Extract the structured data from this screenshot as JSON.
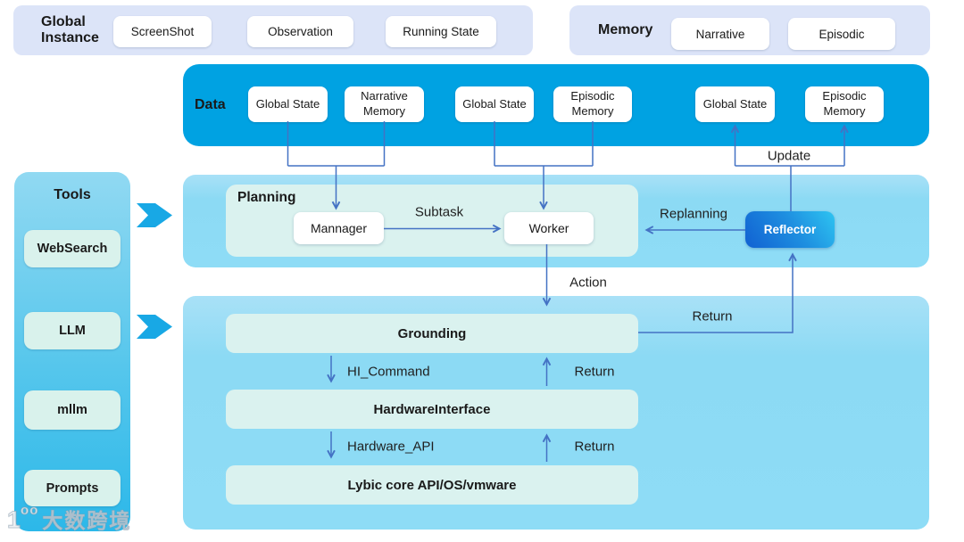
{
  "global_instance": {
    "label": "Global Instance",
    "items": [
      "ScreenShot",
      "Observation",
      "Running State"
    ]
  },
  "memory": {
    "label": "Memory",
    "items": [
      "Narrative",
      "Episodic"
    ]
  },
  "data_bar": {
    "label": "Data",
    "items": [
      "Global State",
      "Narrative Memory",
      "Global State",
      "Episodic Memory",
      "Global State",
      "Episodic Memory"
    ]
  },
  "tools": {
    "label": "Tools",
    "items": [
      "WebSearch",
      "LLM",
      "mllm",
      "Prompts"
    ]
  },
  "planning": {
    "label": "Planning",
    "manager": "Mannager",
    "worker": "Worker",
    "reflector": "Reflector"
  },
  "grounding": {
    "grounding_label": "Grounding",
    "hardware_label": "HardwareInterface",
    "lybic_label": "Lybic core API/OS/vmware"
  },
  "flow_labels": {
    "subtask": "Subtask",
    "replanning": "Replanning",
    "update": "Update",
    "action": "Action",
    "return_grounding": "Return",
    "hi_command": "HI_Command",
    "return_hw": "Return",
    "hardware_api": "Hardware_API",
    "return_lybic": "Return"
  },
  "watermark": {
    "logo_one": "1",
    "logo_oo": "oo",
    "text": "大数跨境"
  },
  "colors": {
    "header_panel_bg": "#dce4f8",
    "data_bar_bg": "#00a2e2",
    "section_bg": "#8edcf6",
    "inner_panel_bg": "#daf2ef",
    "tools_gradient_top": "#91d9f2",
    "tools_gradient_bottom": "#2cb8e9",
    "reflector_gradient_left": "#1161d2",
    "reflector_gradient_right": "#2ec4f1",
    "connector_blue": "#4472c4",
    "fat_arrow_blue": "#18a8e5"
  }
}
